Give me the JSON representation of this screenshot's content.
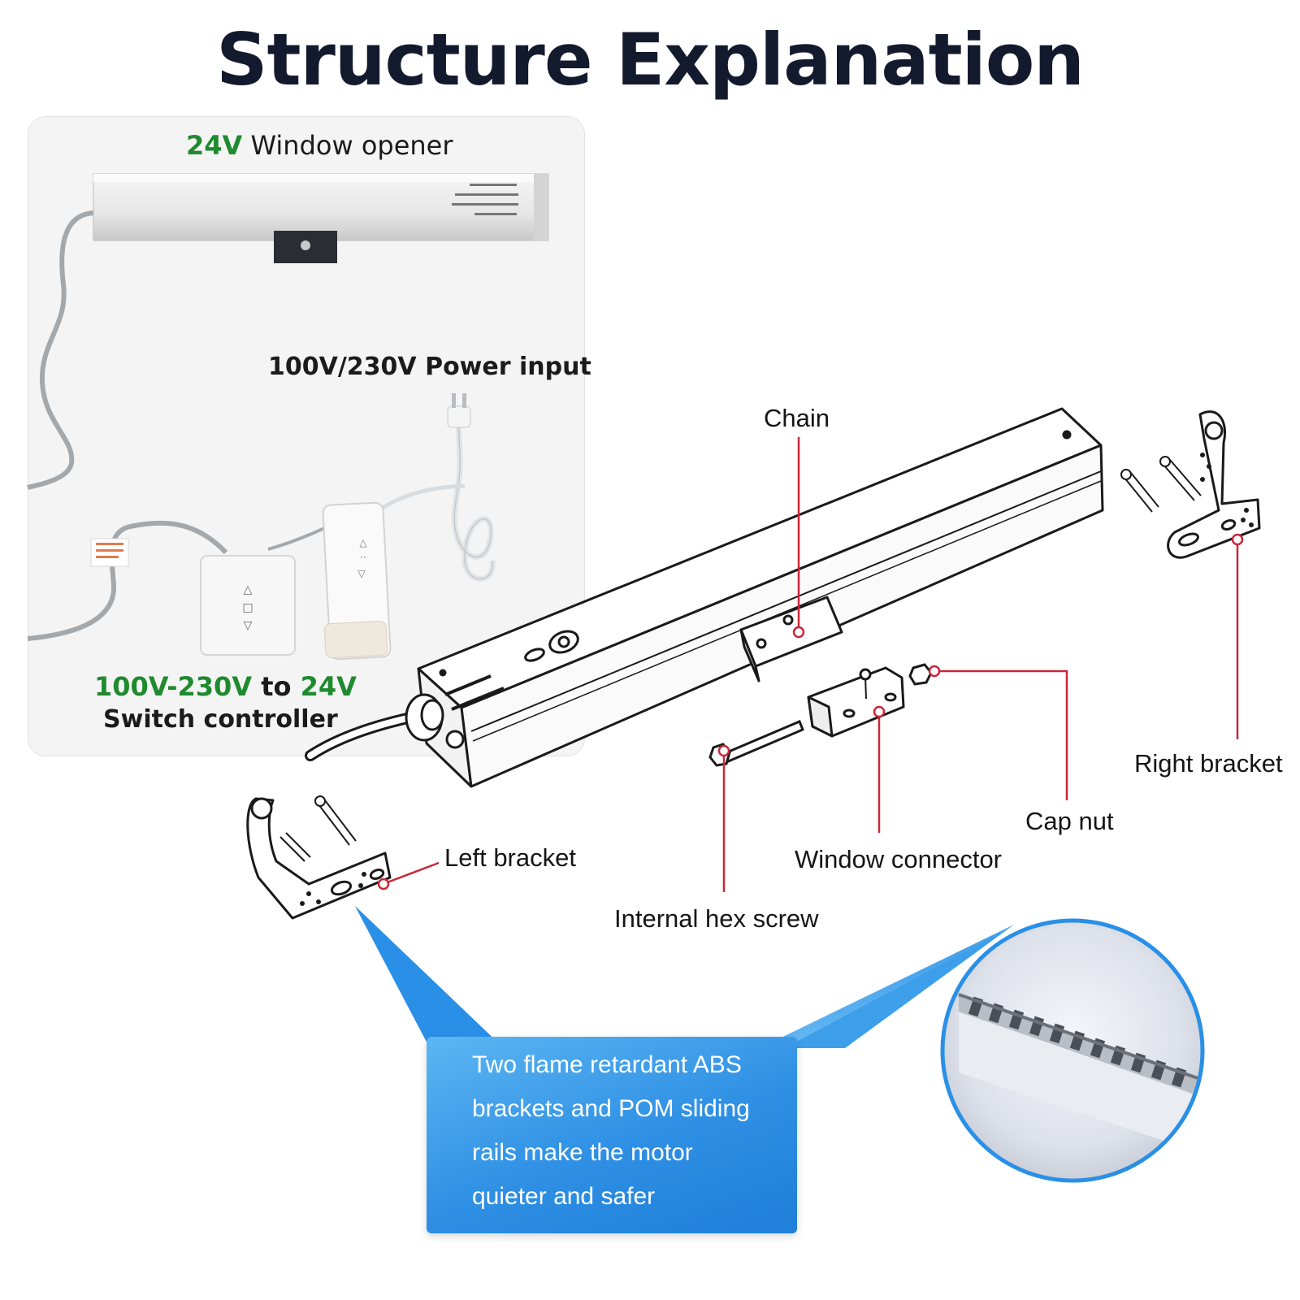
{
  "title": "Structure Explanation",
  "kit_panel": {
    "opener_label_voltage": "24V",
    "opener_label_text": " Window opener",
    "power_input_label": "100V/230V Power input",
    "controller_label_from": "100V-230V",
    "controller_label_to_word": " to ",
    "controller_label_to": "24V",
    "controller_label_line2": "Switch controller"
  },
  "callouts": {
    "chain": "Chain",
    "right_bracket": "Right bracket",
    "cap_nut": "Cap nut",
    "window_connector": "Window connector",
    "internal_hex_screw": "Internal hex screw",
    "left_bracket": "Left bracket"
  },
  "note": {
    "lines": [
      "Two flame retardant ABS",
      "brackets and POM sliding",
      "rails make the motor",
      "quieter and safer"
    ]
  },
  "colors": {
    "title": "#141a2e",
    "green_accent": "#1f8a2e",
    "leader_red": "#c8283a",
    "note_blue": "#2e8fe4"
  }
}
